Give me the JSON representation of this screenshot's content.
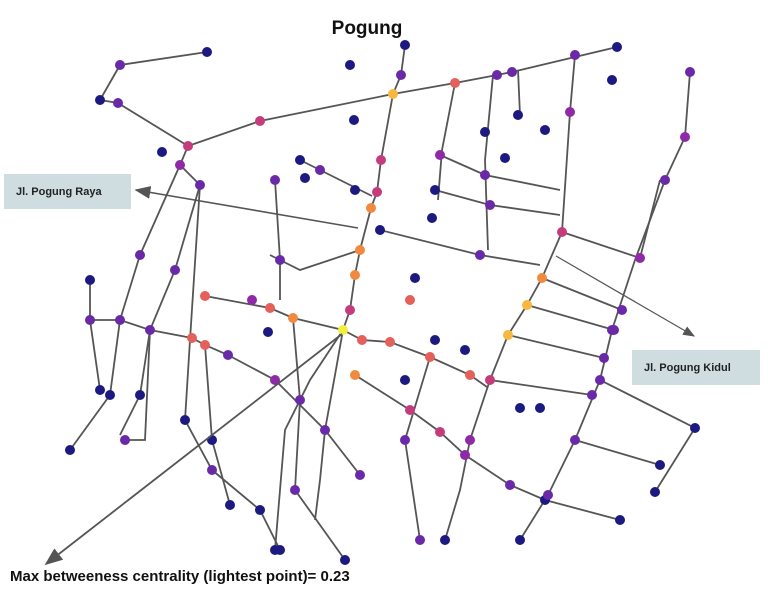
{
  "title": "Pogung",
  "labels": {
    "road_1": "Jl. Pogung Raya",
    "road_2": "Jl. Pogung Kidul"
  },
  "caption": "Max betweeness centrality (lightest point)= 0.23",
  "max_betweenness_centrality": 0.23,
  "colors": {
    "edge": "#555555",
    "low": "#1c1a80",
    "mid_low": "#6a2aa8",
    "mid": "#c43c7c",
    "mid_high": "#e4605a",
    "high": "#f08a40",
    "highest": "#f0f040",
    "label_box": "#cfdde0"
  }
}
